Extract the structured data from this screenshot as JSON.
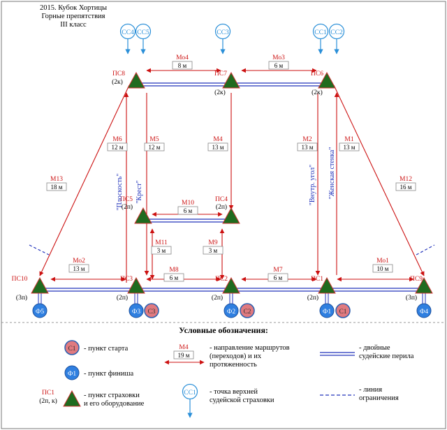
{
  "header": {
    "line1": "2015. Кубок Хортицы",
    "line2": "Горные препятствия",
    "line3": "III класс"
  },
  "points": [
    {
      "id": "ПС8",
      "label": "ПС8",
      "equip": "(2к)"
    },
    {
      "id": "ПС7",
      "label": "ПС7",
      "equip": "(2к)"
    },
    {
      "id": "ПС6",
      "label": "ПС6",
      "equip": "(2к)"
    },
    {
      "id": "ПС5",
      "label": "ПС5",
      "equip": "(2п)"
    },
    {
      "id": "ПС4",
      "label": "ПС4",
      "equip": "(2п)"
    },
    {
      "id": "ПС10",
      "label": "ПС10",
      "equip": "(3п)"
    },
    {
      "id": "ПС3",
      "label": "ПС3",
      "equip": "(2п)"
    },
    {
      "id": "ПС2",
      "label": "ПС2",
      "equip": "(2п)"
    },
    {
      "id": "ПС1",
      "label": "ПС1",
      "equip": "(2п)"
    },
    {
      "id": "ПС9",
      "label": "ПС9",
      "equip": "(3п)"
    }
  ],
  "belays": [
    "СС4",
    "СС5",
    "СС3",
    "СС1",
    "СС2"
  ],
  "starts": [
    "С3",
    "С2",
    "С1"
  ],
  "finishes": [
    "Ф5",
    "Ф3",
    "Ф2",
    "Ф1",
    "Ф4"
  ],
  "routes": [
    {
      "name": "Мо4",
      "length": "8 м"
    },
    {
      "name": "Мо3",
      "length": "6 м"
    },
    {
      "name": "М6",
      "length": "12 м"
    },
    {
      "name": "М5",
      "length": "12 м"
    },
    {
      "name": "М4",
      "length": "13 м"
    },
    {
      "name": "М2",
      "length": "13 м"
    },
    {
      "name": "М1",
      "length": "13 м"
    },
    {
      "name": "М13",
      "length": "18 м"
    },
    {
      "name": "М12",
      "length": "16 м"
    },
    {
      "name": "М10",
      "length": "6 м"
    },
    {
      "name": "М11",
      "length": "3 м"
    },
    {
      "name": "М9",
      "length": "3 м"
    },
    {
      "name": "Мо2",
      "length": "13 м"
    },
    {
      "name": "М8",
      "length": "6 м"
    },
    {
      "name": "М7",
      "length": "6 м"
    },
    {
      "name": "Мо1",
      "length": "10 м"
    }
  ],
  "walls": [
    "\"Плоскость\"",
    "\"Крест\"",
    "\"Внутр. угол\"",
    "\"Женская стенка\""
  ],
  "legend": {
    "title": "Условные обозначения:",
    "start_symbol": "С1",
    "start_text": "- пункт старта",
    "finish_symbol": "Ф1",
    "finish_text": "- пункт финиша",
    "point_label": "ПС1",
    "point_equip": "(2п, к)",
    "point_text1": "- пункт страховки",
    "point_text2": "и его оборудование",
    "route_name": "М4",
    "route_length": "19 м",
    "route_text1": "- направление маршрутов",
    "route_text2": "(переходов) и их",
    "route_text3": "протяженность",
    "belay_symbol": "СС1",
    "belay_text1": "- точка верхней",
    "belay_text2": "судейской страховки",
    "rails_text1": "- двойные",
    "rails_text2": "судейские перила",
    "limit_text1": "- линия",
    "limit_text2": "ограничения"
  },
  "colors": {
    "route": "#cc1111",
    "rail": "#2233bb",
    "triangle": "#1f6b1f",
    "finish": "#2f7fe0",
    "start": "#e07a80"
  }
}
